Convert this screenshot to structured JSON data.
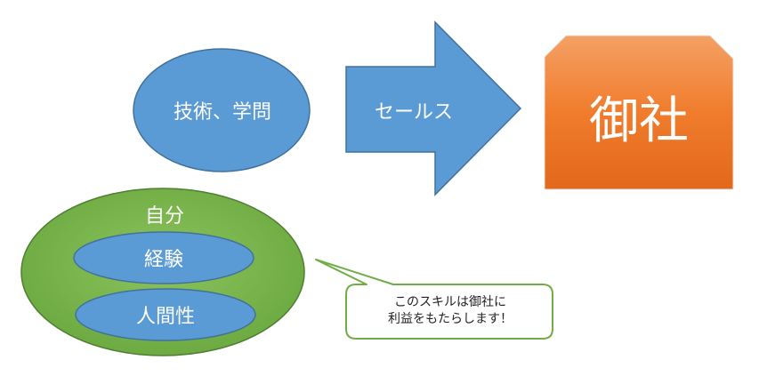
{
  "diagram": {
    "skill_ellipse": {
      "label": "技術、学問"
    },
    "sales_arrow": {
      "label": "セールス"
    },
    "company_box": {
      "label": "御社"
    },
    "self_ellipse": {
      "label": "自分"
    },
    "experience_ellipse": {
      "label": "経験"
    },
    "humanity_ellipse": {
      "label": "人間性"
    },
    "callout": {
      "line1": "このスキルは御社に",
      "line2": "利益をもたらします！"
    }
  },
  "colors": {
    "blue_fill": "#5B9BD5",
    "blue_stroke": "#41719C",
    "green_fill": "#70AD47",
    "green_stroke": "#507E32",
    "orange_top": "#F4A165",
    "orange_bottom": "#E2681C",
    "callout_stroke": "#70AD47"
  }
}
